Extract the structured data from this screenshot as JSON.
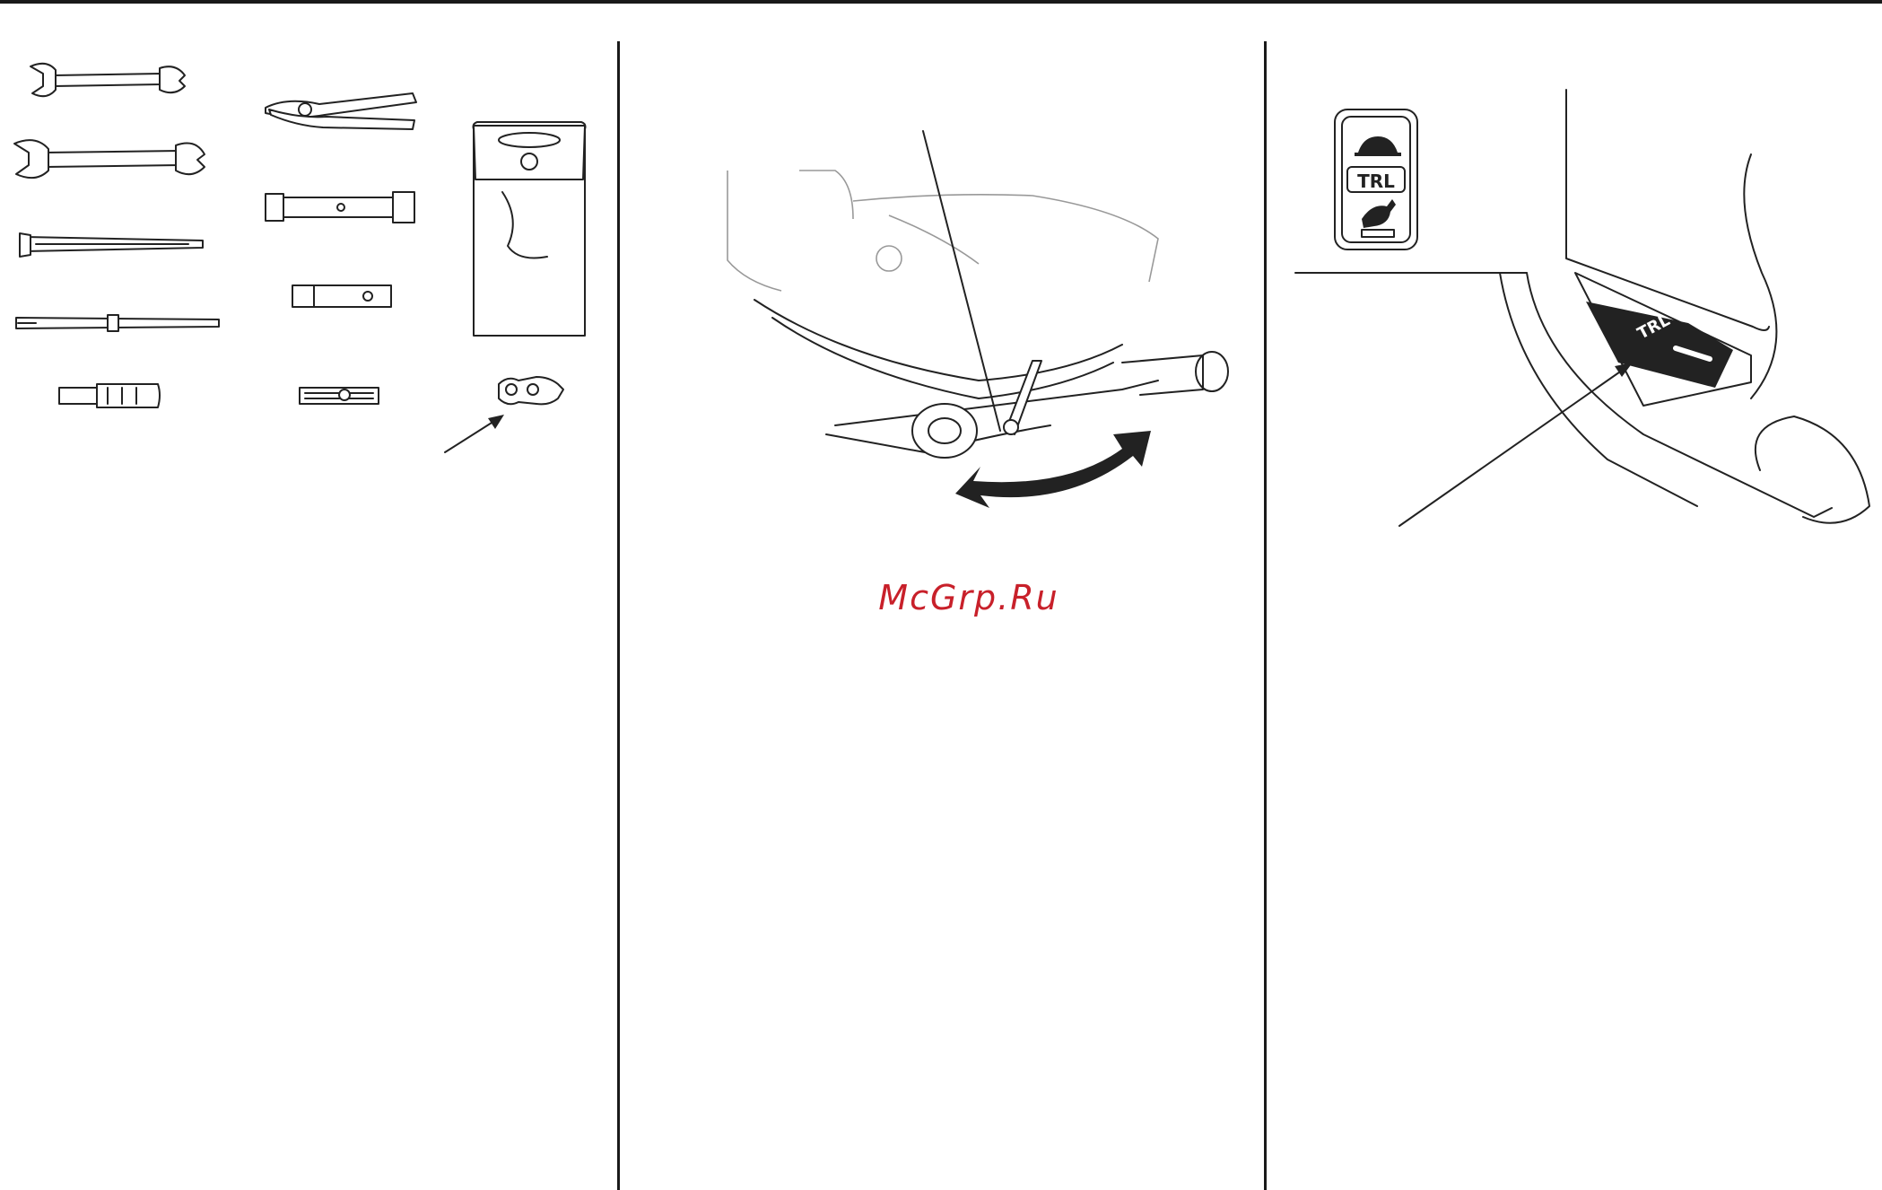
{
  "watermark": {
    "text": "McGrp.Ru"
  },
  "tool_kit": {
    "items": [
      "open-end-wrench-small",
      "open-end-wrench-large",
      "flat-screwdriver",
      "phillips-screwdriver",
      "screwdriver-handle",
      "pliers",
      "plug-wrench",
      "spanner-adapter",
      "cotter-pin-holder",
      "tool-bag",
      "shear-pin"
    ]
  },
  "trim_switch": {
    "label_plate": {
      "text": "TRL",
      "icons": [
        "turtle-icon",
        "rabbit-icon"
      ]
    },
    "switch_label": "TRL"
  },
  "colors": {
    "ink": "#222222",
    "watermark": "#c8202a"
  }
}
